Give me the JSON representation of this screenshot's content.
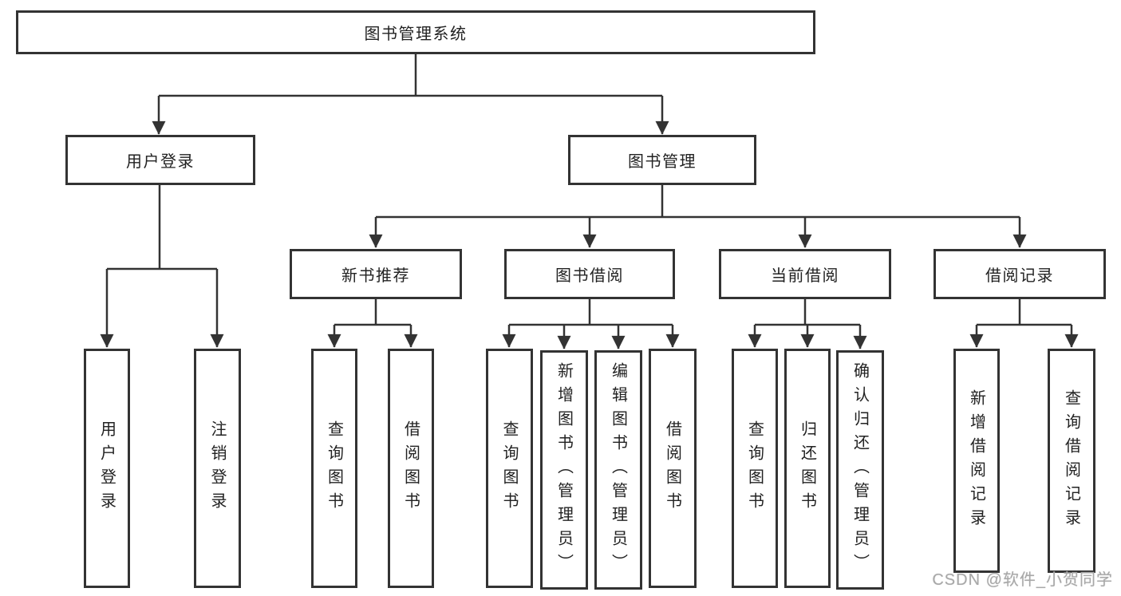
{
  "nodes": {
    "root": "图书管理系统",
    "level2": [
      "用户登录",
      "图书管理"
    ],
    "level3": [
      "新书推荐",
      "图书借阅",
      "当前借阅",
      "借阅记录"
    ],
    "leaves": {
      "user_login": [
        "用户登录",
        "注销登录"
      ],
      "new_book": [
        "查询图书",
        "借阅图书"
      ],
      "book_borrow": [
        "查询图书",
        "新增图书（管理员）",
        "编辑图书（管理员）",
        "借阅图书"
      ],
      "current_borrow": [
        "查询图书",
        "归还图书",
        "确认归还（管理员）"
      ],
      "borrow_record": [
        "新增借阅记录",
        "查询借阅记录"
      ]
    }
  },
  "watermark": "CSDN @软件_小贺同学",
  "colors": {
    "line": "#333333",
    "box_border": "#333333",
    "box_background": "#ffffff",
    "text": "#222222",
    "watermark": "#a8a8a8",
    "page_background": "#ffffff"
  }
}
